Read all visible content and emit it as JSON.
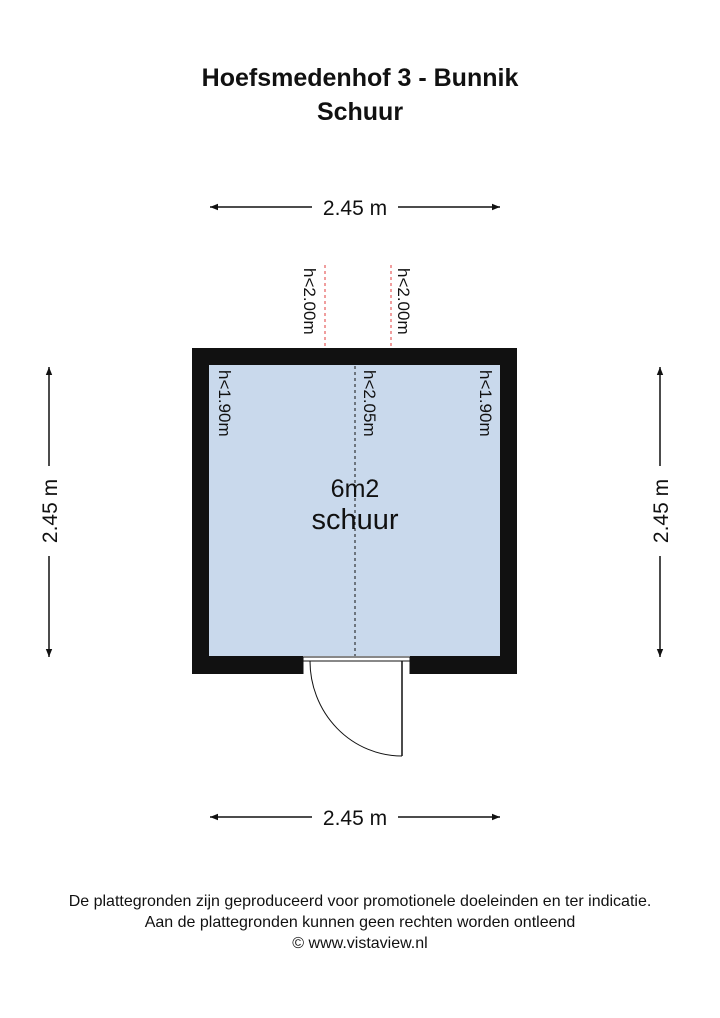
{
  "header": {
    "title": "Hoefsmedenhof 3 - Bunnik",
    "subtitle": "Schuur"
  },
  "dimensions": {
    "top": "2.45 m",
    "bottom": "2.45 m",
    "left": "2.45 m",
    "right": "2.45 m"
  },
  "room": {
    "area": "6m2",
    "name": "schuur",
    "fill_color": "#c9d9ec",
    "wall_color": "#111111"
  },
  "heights": {
    "outside_left": "h<2.00m",
    "outside_right": "h<2.00m",
    "inside_left": "h<1.90m",
    "inside_center": "h<2.05m",
    "inside_right": "h<1.90m"
  },
  "footer": {
    "line1": "De plattegronden zijn geproduceerd voor promotionele doeleinden en ter indicatie.",
    "line2": "Aan de plattegronden kunnen geen rechten worden ontleend",
    "line3": "© www.vistaview.nl"
  }
}
